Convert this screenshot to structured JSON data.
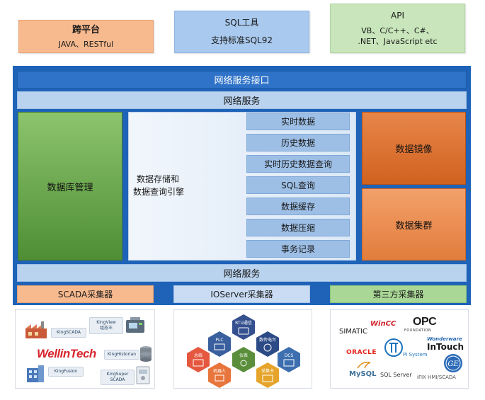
{
  "top": {
    "cross_platform": {
      "title": "跨平台",
      "sub": "JAVA、RESTful"
    },
    "sql_tools": {
      "title": "SQL工具",
      "sub": "支持标准SQL92"
    },
    "api": {
      "title": "API",
      "line1": "VB、C/C++、C#、",
      "line2": ".NET、JavaScript etc"
    }
  },
  "core": {
    "service_interface": "网络服务接口",
    "network_service_top": "网络服务",
    "db_management": "数据库管理",
    "engine_line1": "数据存储和",
    "engine_line2": "数据查询引擎",
    "query_items": [
      "实时数据",
      "历史数据",
      "实时历史数据查询",
      "SQL查询",
      "数据缓存",
      "数据压缩",
      "事务记录"
    ],
    "data_mirror": "数据镜像",
    "data_cluster": "数据集群",
    "network_service_bottom": "网络服务"
  },
  "collectors": {
    "scada": "SCADA采集器",
    "ioserver": "IOServer采集器",
    "third_party": "第三方采集器"
  },
  "logos_left": {
    "king_scada": "KingSCADA",
    "king_view": "KingView",
    "king_view_sub": "组态王",
    "wellintech": "WellinTech",
    "king_historian": "KingHistorian",
    "king_fusion": "KingFusion",
    "king_super_scada_1": "KingSuper",
    "king_super_scada_2": "SCADA"
  },
  "logos_mid": {
    "hub": "RTU通信",
    "plc": "PLC",
    "radio": "数传电台",
    "bus": "总线",
    "meter": "仪表",
    "dcs": "DCS",
    "robot": "机器人",
    "acq_card": "采集卡"
  },
  "logos_right": {
    "simatic": "SIMATIC",
    "wincc": "WinCC",
    "opc": "OPC",
    "opc_sub": "FOUNDATION",
    "wonderware": "Wonderware",
    "intouch": "InTouch",
    "oracle": "ORACLE",
    "pi": "PI System",
    "mysql": "MySQL",
    "sqlserver": "SQL Server",
    "ifix": "iFIX HMI/SCADA",
    "ge": "GE"
  },
  "colors": {
    "orange": "#f7ba8f",
    "light_blue": "#a9c9ee",
    "light_green": "#c8e5bb",
    "frame_blue": "#1e63b8",
    "bar_blue": "#2f73c8",
    "green_block": "#5fa043",
    "dark_orange": "#e0712f"
  }
}
